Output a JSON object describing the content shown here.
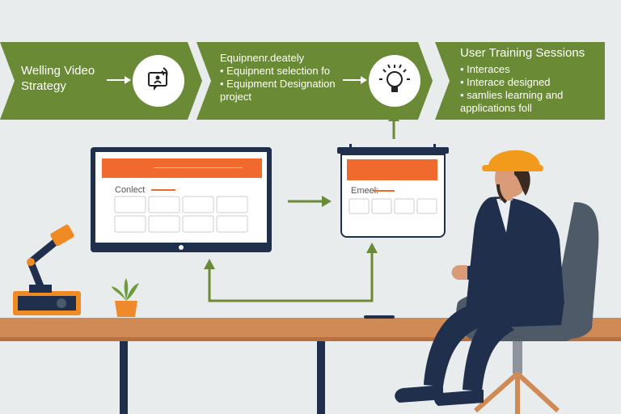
{
  "colors": {
    "green": "#6a8a36",
    "orange": "#ef6a2c",
    "navy": "#1f2f4c",
    "wall": "#e8eced",
    "desk": "#cf8a55"
  },
  "banners": [
    {
      "title": "Welling Video Strategy",
      "icon": "video-chat-icon"
    },
    {
      "title": "Equipnenr.deately",
      "items": [
        "Equipnent selection fo",
        "Equipment Designation project"
      ],
      "icon": "lightbulb-icon"
    },
    {
      "title": "User Training Sessions",
      "items": [
        "Interaces",
        "Interace designed",
        "samlies learning and applications foll"
      ]
    }
  ],
  "screens": {
    "left": {
      "label": "Conlect"
    },
    "right": {
      "label": "Emeel:"
    }
  }
}
